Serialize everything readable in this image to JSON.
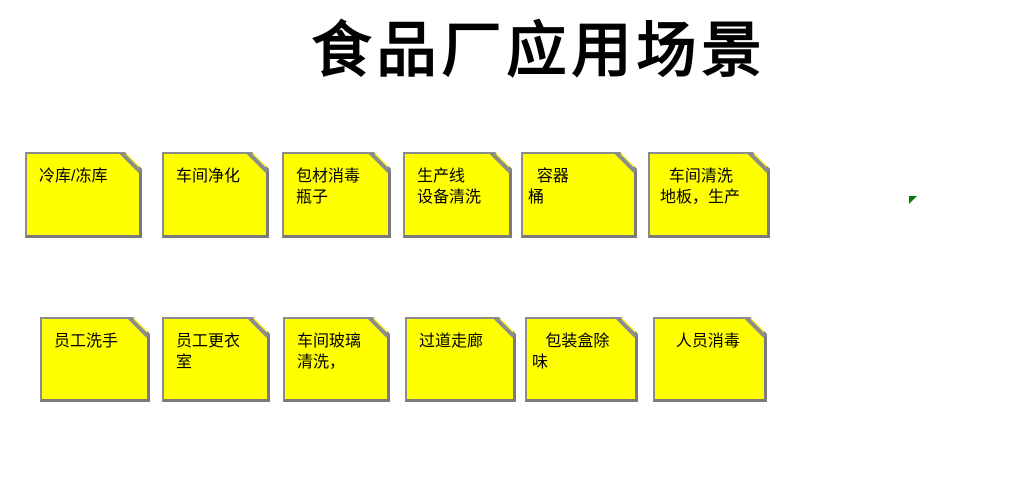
{
  "title": "食品厂应用场景",
  "colors": {
    "card_fill": "#FFFF00",
    "card_border": "#8c8c8c",
    "marker_green": "#008000"
  },
  "marker": {
    "name": "green-fold-marker"
  },
  "cards": [
    {
      "text": "冷库/冻库"
    },
    {
      "text": "车间净化"
    },
    {
      "text": "包材消毒\n瓶子"
    },
    {
      "text": "生产线\n设备清洗"
    },
    {
      "text": "  容器\n桶"
    },
    {
      "text": "  车间清洗\n地板，生产"
    },
    {
      "text": "员工洗手"
    },
    {
      "text": "员工更衣\n室"
    },
    {
      "text": "车间玻璃\n清洗，"
    },
    {
      "text": "过道走廊"
    },
    {
      "text": "   包装盒除\n味"
    },
    {
      "text": "  人员消毒"
    }
  ]
}
